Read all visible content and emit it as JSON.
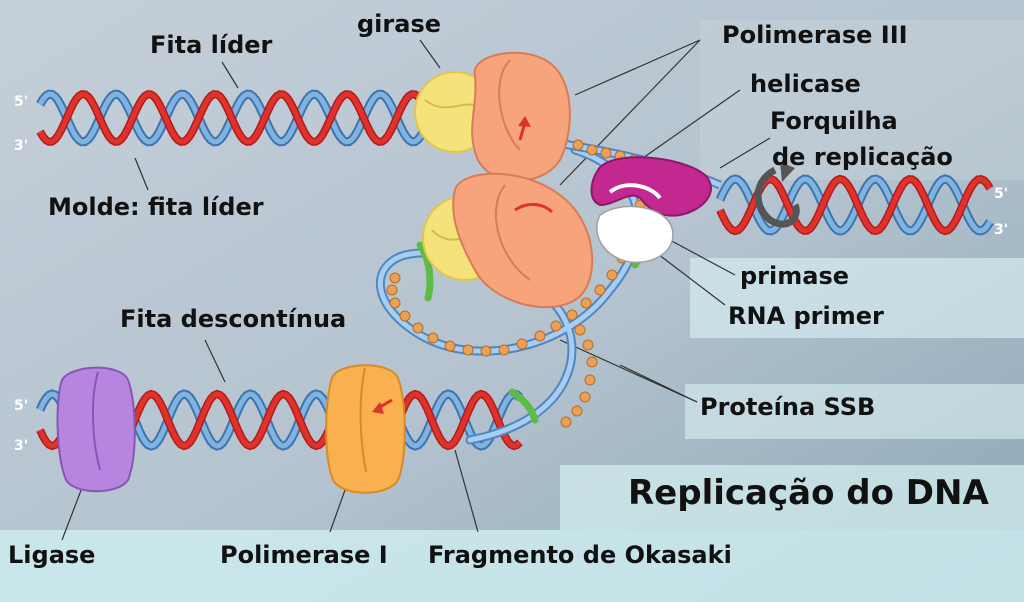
{
  "title": "Replicação do DNA",
  "labels": {
    "fita_lider": "Fita líder",
    "girase": "girase",
    "polimerase_iii": "Polimerase III",
    "helicase": "helicase",
    "forquilha_1": "Forquilha",
    "forquilha_2": "de replicação",
    "molde": "Molde: fita líder",
    "primase": "primase",
    "rna_primer": "RNA primer",
    "fita_descontinua": "Fita descontínua",
    "proteina_ssb": "Proteína SSB",
    "ligase": "Ligase",
    "polimerase_i": "Polimerase I",
    "fragmento_okasaki": "Fragmento de Okasaki"
  },
  "strand_ends": {
    "five_prime": "5'",
    "three_prime": "3'"
  },
  "colors": {
    "strand_red": "#e0322c",
    "strand_blue": "#7fb3e0",
    "gyrase": "#f4e37a",
    "polymerase_iii": "#f7a47c",
    "helicase": "#c2288f",
    "primase": "#ffffff",
    "ligase": "#b784e0",
    "polymerase_i": "#f9b04f",
    "ssb": "#e8a157",
    "primer": "#5dbb46"
  }
}
